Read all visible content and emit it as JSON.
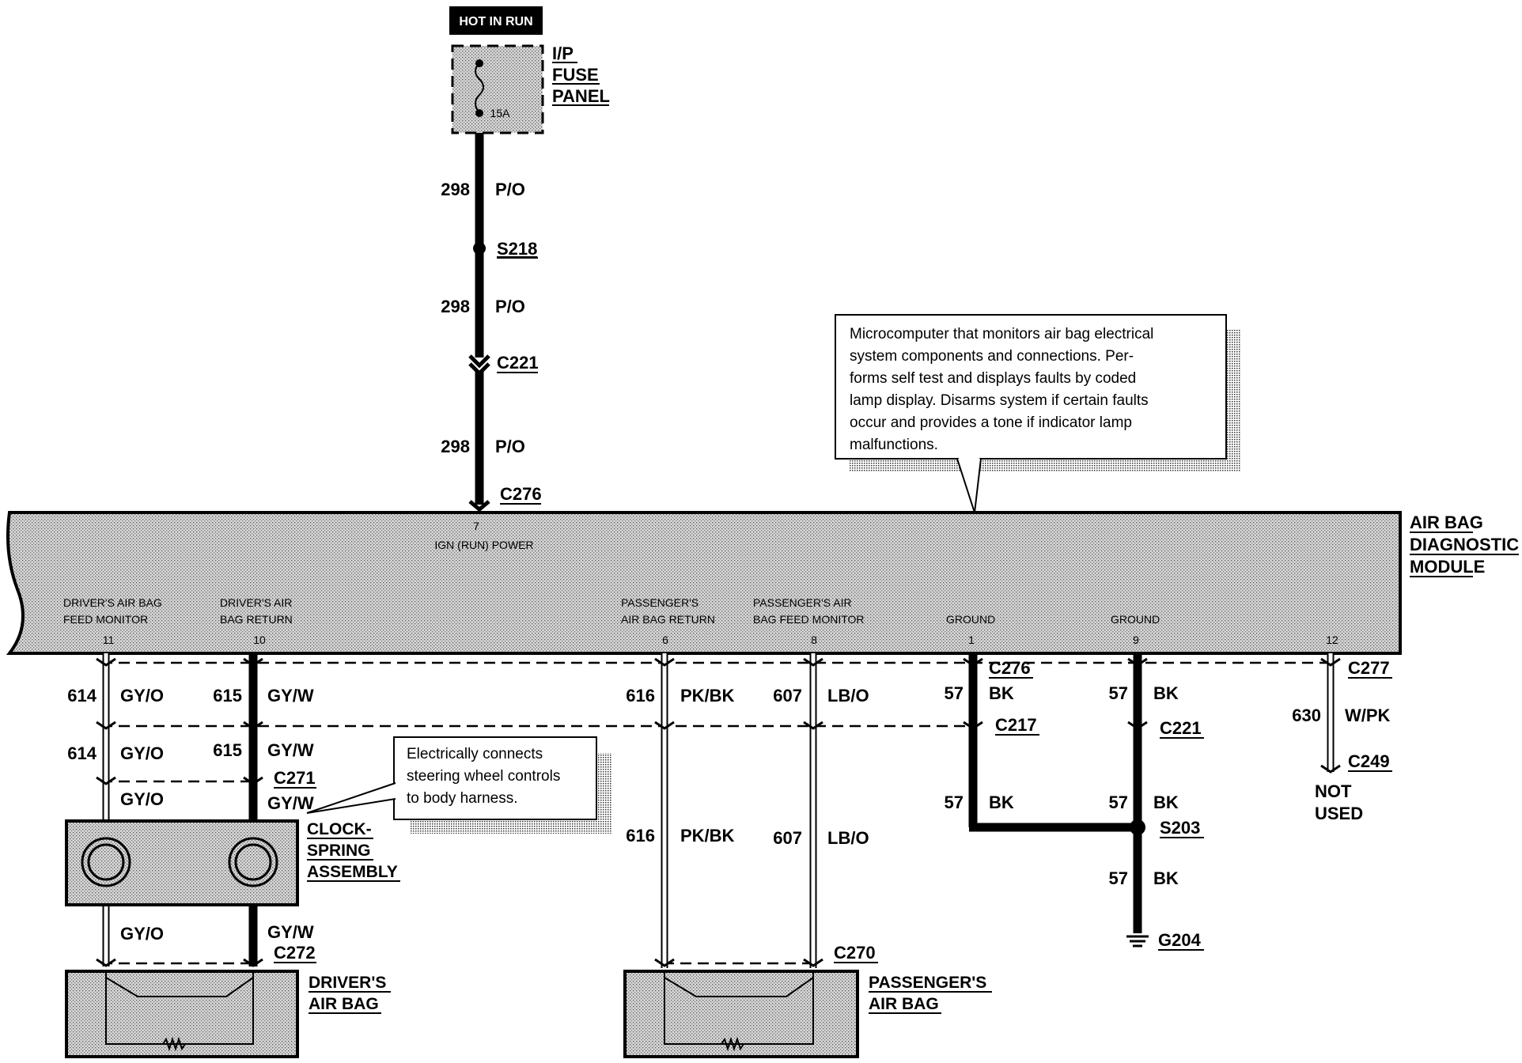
{
  "header": {
    "hot_in_run": "HOT IN RUN"
  },
  "fuse_panel": {
    "line1": "I/P",
    "line2": "FUSE",
    "line3": "PANEL",
    "rating": "15A"
  },
  "power_wire": {
    "circuit": "298",
    "color": "P/O",
    "splice": "S218",
    "connector_mid": "C221",
    "connector_module": "C276"
  },
  "callout_module": {
    "lines": [
      "Microcomputer that monitors air bag electrical",
      "system components and connections.  Per-",
      "forms self test and displays faults by coded",
      "lamp display.  Disarms system if certain faults",
      "occur and provides a tone if indicator lamp",
      "malfunctions."
    ]
  },
  "module": {
    "name_line1": "AIR BAG",
    "name_line2": "DIAGNOSTIC",
    "name_line3": "MODULE",
    "pins": {
      "ign": {
        "num": "7",
        "label": "IGN (RUN) POWER"
      },
      "p11": {
        "num": "11",
        "line1": "DRIVER'S AIR BAG",
        "line2": "FEED MONITOR"
      },
      "p10": {
        "num": "10",
        "line1": "DRIVER'S AIR",
        "line2": "BAG RETURN"
      },
      "p6": {
        "num": "6",
        "line1": "PASSENGER'S",
        "line2": "AIR BAG RETURN"
      },
      "p8": {
        "num": "8",
        "line1": "PASSENGER'S AIR",
        "line2": "BAG FEED MONITOR"
      },
      "p1": {
        "num": "1",
        "label": "GROUND"
      },
      "p9": {
        "num": "9",
        "label": "GROUND"
      },
      "p12": {
        "num": "12"
      }
    }
  },
  "wires": {
    "w614": {
      "circuit": "614",
      "color": "GY/O"
    },
    "w615": {
      "circuit": "615",
      "color": "GY/W"
    },
    "w616": {
      "circuit": "616",
      "color": "PK/BK"
    },
    "w607": {
      "circuit": "607",
      "color": "LB/O"
    },
    "w57": {
      "circuit": "57",
      "color": "BK"
    },
    "w630": {
      "circuit": "630",
      "color": "W/PK"
    }
  },
  "connectors": {
    "c276b": "C276",
    "c217": "C217",
    "c221b": "C221",
    "c277": "C277",
    "c249": "C249",
    "c271": "C271",
    "c272": "C272",
    "c270": "C270",
    "s203": "S203",
    "g204": "G204"
  },
  "not_used": {
    "line1": "NOT",
    "line2": "USED"
  },
  "callout_clockspring": {
    "lines": [
      "Electrically connects",
      "steering wheel controls",
      "to body harness."
    ]
  },
  "clockspring": {
    "line1": "CLOCK-",
    "line2": "SPRING",
    "line3": "ASSEMBLY"
  },
  "driver_airbag": {
    "line1": "DRIVER'S",
    "line2": "AIR BAG"
  },
  "passenger_airbag": {
    "line1": "PASSENGER'S",
    "line2": "AIR BAG"
  }
}
